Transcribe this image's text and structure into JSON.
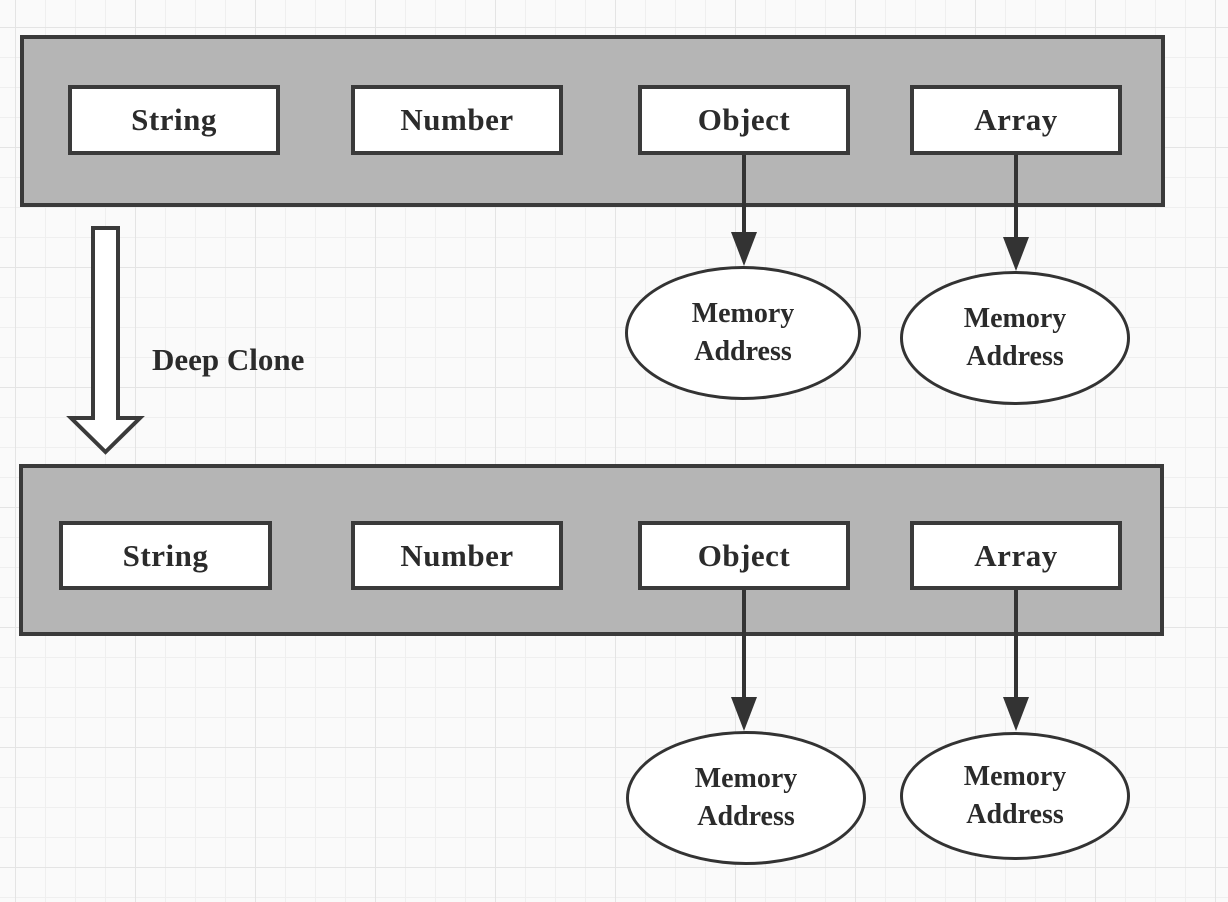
{
  "colors": {
    "background": "#fafafa",
    "grid_line": "#efefef",
    "grid_line_major": "#e4e4e4",
    "container_fill": "#b5b5b5",
    "shape_border": "#3a3a3a",
    "shape_fill": "#ffffff",
    "text": "#2b2b2b",
    "arrow": "#333333"
  },
  "diagram": {
    "clone_arrow_label": "Deep Clone",
    "top_row": {
      "boxes": [
        {
          "label": "String"
        },
        {
          "label": "Number"
        },
        {
          "label": "Object"
        },
        {
          "label": "Array"
        }
      ],
      "ellipses": [
        {
          "line1": "Memory",
          "line2": "Address"
        },
        {
          "line1": "Memory",
          "line2": "Address"
        }
      ]
    },
    "bottom_row": {
      "boxes": [
        {
          "label": "String"
        },
        {
          "label": "Number"
        },
        {
          "label": "Object"
        },
        {
          "label": "Array"
        }
      ],
      "ellipses": [
        {
          "line1": "Memory",
          "line2": "Address"
        },
        {
          "line1": "Memory",
          "line2": "Address"
        }
      ]
    }
  }
}
